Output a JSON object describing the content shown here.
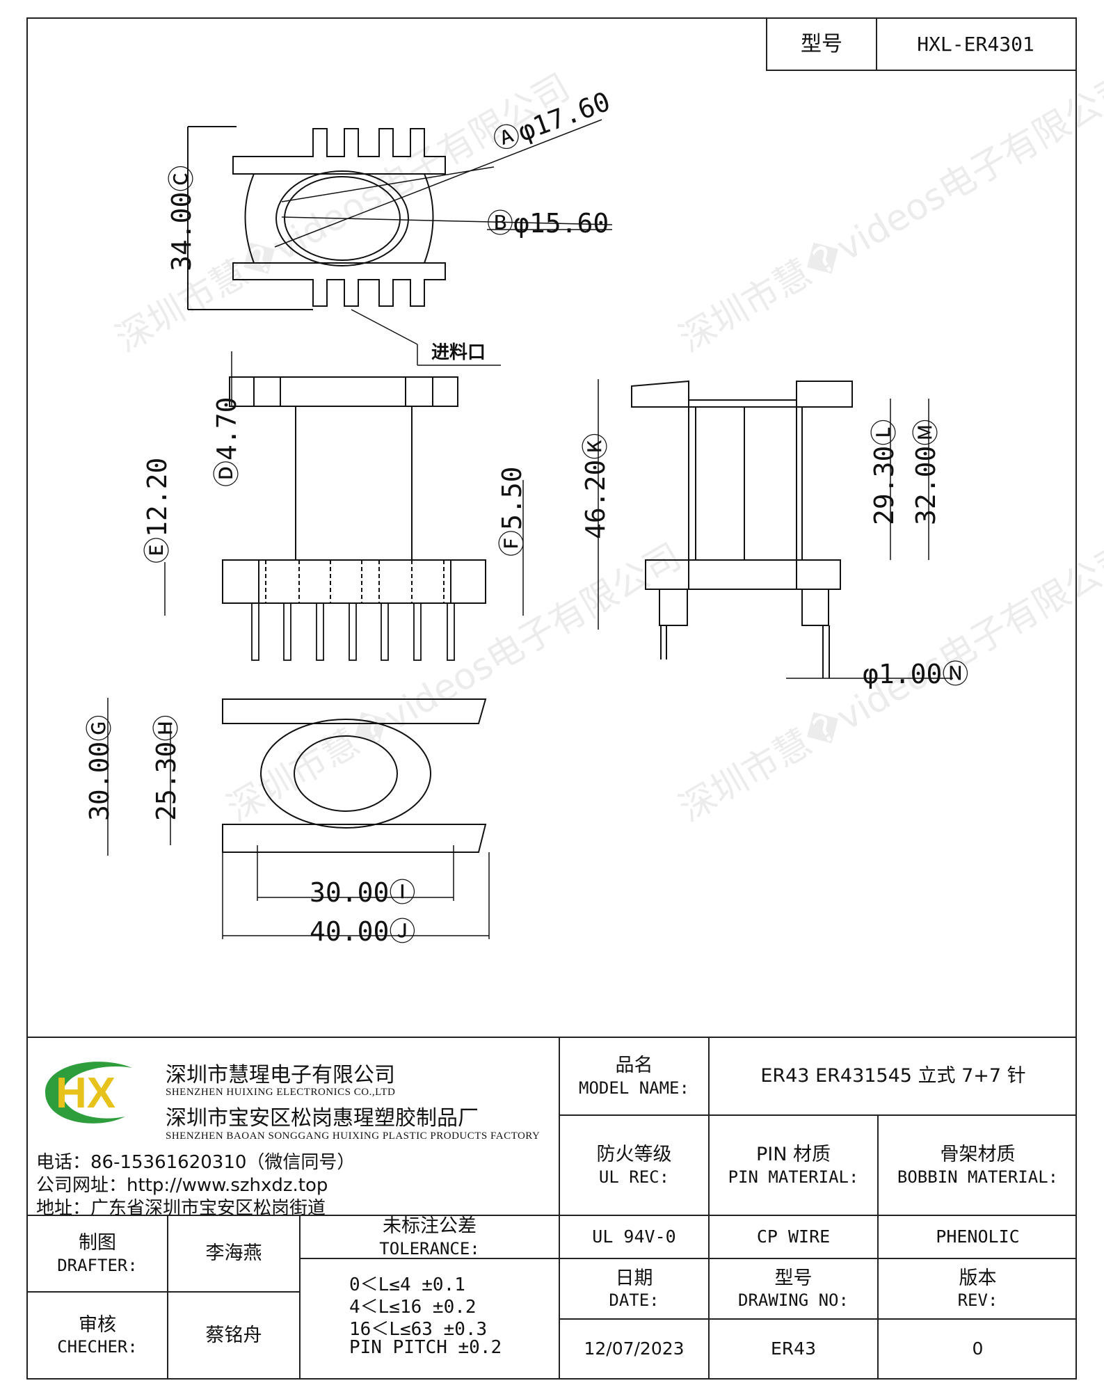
{
  "header": {
    "type_label": "型号",
    "type_value": "HXL-ER4301"
  },
  "drawing": {
    "dims": {
      "a": "Ⓐφ17.60",
      "b": "Ⓑφ15.60",
      "c": "34.00Ⓒ",
      "d": "Ⓓ4.70",
      "e": "Ⓔ12.20",
      "f": "Ⓕ5.50",
      "k": "46.20Ⓚ",
      "l": "29.30Ⓛ",
      "m": "32.00Ⓜ",
      "n": "φ1.00Ⓝ",
      "g": "30.00Ⓖ",
      "h": "25.30Ⓗ",
      "i": "30.00Ⓘ",
      "j": "40.00Ⓙ"
    },
    "feed_port_label": "进料口"
  },
  "watermark": "深圳市慧�videos电子有限公司",
  "company": {
    "name_cn": "深圳市慧瑆电子有限公司",
    "name_en": "SHENZHEN HUIXING ELECTRONICS CO.,LTD",
    "factory_cn": "深圳市宝安区松岗惠瑆塑胶制品厂",
    "factory_en": "SHENZHEN BAOAN SONGGANG HUIXING PLASTIC PRODUCTS FACTORY",
    "phone": "电话：86-15361620310（微信同号）",
    "website": "公司网址：http://www.szhxdz.top",
    "address": "地址：广东省深圳市宝安区松岗街道",
    "logo_text": "HX",
    "colors": {
      "logo_green": "#2e9e3c",
      "logo_yellow": "#e6c21a"
    }
  },
  "title_block": {
    "model_name_cn": "品名",
    "model_name_en": "MODEL NAME:",
    "model_name_value": "ER43 ER431545 立式 7+7 针",
    "ul_rec_cn": "防火等级",
    "ul_rec_en": "UL REC:",
    "ul_rec_value": "UL 94V-0",
    "pin_material_cn": "PIN 材质",
    "pin_material_en": "PIN MATERIAL:",
    "pin_material_value": "CP WIRE",
    "bobbin_material_cn": "骨架材质",
    "bobbin_material_en": "BOBBIN MATERIAL:",
    "bobbin_material_value": "PHENOLIC",
    "drafter_cn": "制图",
    "drafter_en": "DRAFTER:",
    "drafter_value": "李海燕",
    "checker_cn": "审核",
    "checker_en": "CHECHER:",
    "checker_value": "蔡铭舟",
    "tolerance_cn": "未标注公差",
    "tolerance_en": "TOLERANCE:",
    "tolerance_lines": [
      "0＜L≤4  ±0.1",
      "4＜L≤16 ±0.2",
      "16＜L≤63 ±0.3",
      "PIN PITCH ±0.2"
    ],
    "date_cn": "日期",
    "date_en": "DATE:",
    "date_value": "12/07/2023",
    "drawing_no_cn": "型号",
    "drawing_no_en": "DRAWING NO:",
    "drawing_no_value": "ER43",
    "rev_cn": "版本",
    "rev_en": "REV:",
    "rev_value": "0"
  }
}
